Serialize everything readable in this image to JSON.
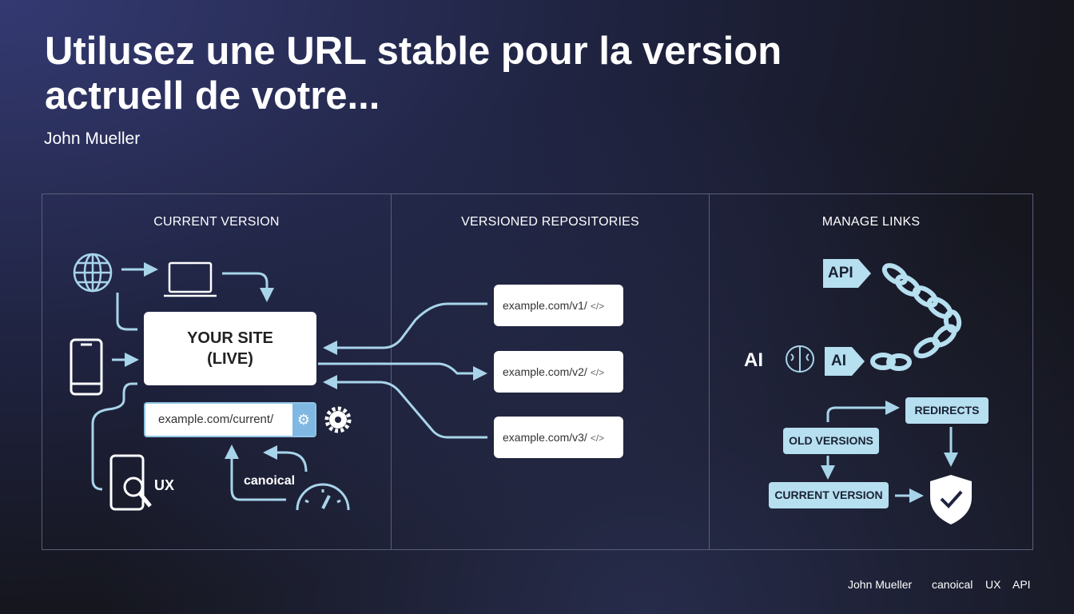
{
  "title": "Utilusez une URL stable pour la version actruell de votre...",
  "author": "John Mueller",
  "panels": {
    "current": {
      "title": "CURRENT VERSION",
      "site_line1": "YOUR SITE",
      "site_line2": "(LIVE)",
      "url": "example.com/current/",
      "ux": "UX",
      "canonical": "canoical"
    },
    "repos": {
      "title": "VERSIONED REPOSITORIES",
      "versions": [
        "example.com/v1/",
        "example.com/v2/",
        "example.com/v3/"
      ],
      "code_icon": "</>"
    },
    "links": {
      "title": "MANAGE LINKS",
      "api": "API",
      "ai_tag": "AI",
      "ai_label": "AI",
      "redirects": "REDIRECTS",
      "old_versions": "OLD VERSIONS",
      "current_version": "CURRENT VERSION"
    }
  },
  "footer": {
    "author": "John Mueller",
    "tags": [
      "canoical",
      "UX",
      "API"
    ]
  },
  "colors": {
    "accent": "#a8d4ea",
    "tag": "#b6dff0",
    "urlbar": "#7fb8e3"
  }
}
